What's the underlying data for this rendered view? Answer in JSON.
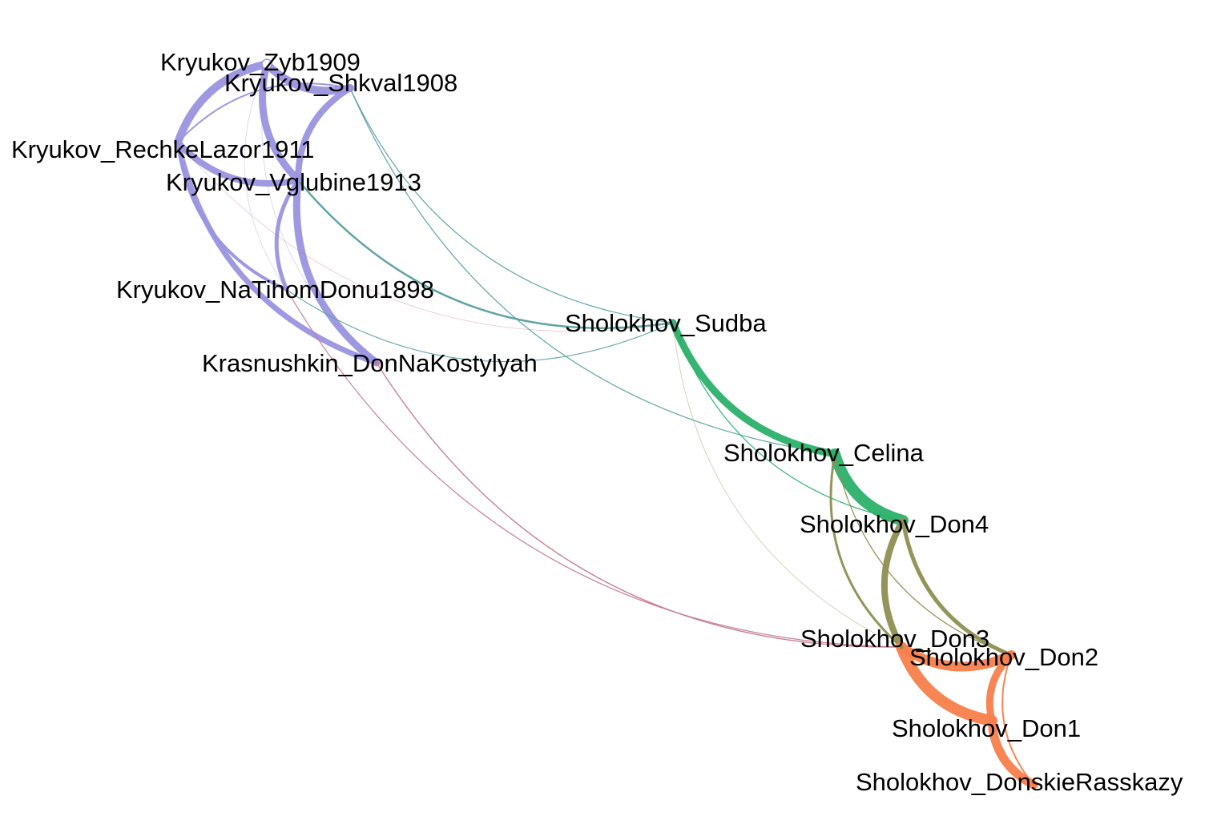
{
  "graph": {
    "nodes": [
      {
        "id": "zyb",
        "label": "Kryukov_Zyb1909",
        "group": "kryukov"
      },
      {
        "id": "shkval",
        "label": "Kryukov_Shkval1908",
        "group": "kryukov"
      },
      {
        "id": "rechke",
        "label": "Kryukov_RechkeLazor1911",
        "group": "kryukov"
      },
      {
        "id": "vglubine",
        "label": "Kryukov_Vglubine1913",
        "group": "kryukov"
      },
      {
        "id": "natihom",
        "label": "Kryukov_NaTihomDonu1898",
        "group": "kryukov"
      },
      {
        "id": "krasnushkin",
        "label": "Krasnushkin_DonNaKostylyah",
        "group": "krasnushkin"
      },
      {
        "id": "sudba",
        "label": "Sholokhov_Sudba",
        "group": "sholokhov_sudba"
      },
      {
        "id": "celina",
        "label": "Sholokhov_Celina",
        "group": "sholokhov_celina"
      },
      {
        "id": "don4",
        "label": "Sholokhov_Don4",
        "group": "sholokhov_don_late"
      },
      {
        "id": "don3",
        "label": "Sholokhov_Don3",
        "group": "sholokhov_don_late"
      },
      {
        "id": "don2",
        "label": "Sholokhov_Don2",
        "group": "sholokhov_don_early"
      },
      {
        "id": "don1",
        "label": "Sholokhov_Don1",
        "group": "sholokhov_don_early"
      },
      {
        "id": "donskie",
        "label": "Sholokhov_DonskieRasskazy",
        "group": "sholokhov_don_early"
      }
    ],
    "group_colors": {
      "kryukov": "#9a94e0",
      "krasnushkin": "#c47a8e",
      "sholokhov_sudba": "#5a9fa0",
      "sholokhov_celina": "#2ab06a",
      "sholokhov_don_late": "#8e8f52",
      "sholokhov_don_early": "#f87f4c"
    },
    "edges": [
      {
        "source": "zyb",
        "target": "shkval",
        "weight": 10,
        "color": "#9a94e0"
      },
      {
        "source": "zyb",
        "target": "rechke",
        "weight": 10,
        "color": "#9a94e0"
      },
      {
        "source": "zyb",
        "target": "vglubine",
        "weight": 9,
        "color": "#9a94e0"
      },
      {
        "source": "shkval",
        "target": "rechke",
        "weight": 2,
        "color": "#9a94e0"
      },
      {
        "source": "shkval",
        "target": "vglubine",
        "weight": 8,
        "color": "#9a94e0"
      },
      {
        "source": "rechke",
        "target": "vglubine",
        "weight": 8,
        "color": "#9a94e0"
      },
      {
        "source": "rechke",
        "target": "natihom",
        "weight": 4,
        "color": "#9a94e0"
      },
      {
        "source": "rechke",
        "target": "krasnushkin",
        "weight": 7,
        "color": "#9a94e0"
      },
      {
        "source": "vglubine",
        "target": "natihom",
        "weight": 5,
        "color": "#9a94e0"
      },
      {
        "source": "vglubine",
        "target": "krasnushkin",
        "weight": 9,
        "color": "#9a94e0"
      },
      {
        "source": "zyb",
        "target": "natihom",
        "weight": 0.6,
        "color": "#9a94e0"
      },
      {
        "source": "zyb",
        "target": "krasnushkin",
        "weight": 0.5,
        "color": "#9a94e0"
      },
      {
        "source": "shkval",
        "target": "sudba",
        "weight": 1.2,
        "color": "#5a9fa0"
      },
      {
        "source": "shkval",
        "target": "celina",
        "weight": 1.2,
        "color": "#5a9fa0"
      },
      {
        "source": "vglubine",
        "target": "sudba",
        "weight": 2.5,
        "color": "#5a9fa0"
      },
      {
        "source": "natihom",
        "target": "sudba",
        "weight": 1.1,
        "color": "#5a9fa0"
      },
      {
        "source": "rechke",
        "target": "sudba",
        "weight": 0.5,
        "color": "#c47a8e"
      },
      {
        "source": "natihom",
        "target": "don3",
        "weight": 1.2,
        "color": "#c47a8e"
      },
      {
        "source": "krasnushkin",
        "target": "don3",
        "weight": 1.4,
        "color": "#c47a8e"
      },
      {
        "source": "sudba",
        "target": "celina",
        "weight": 9,
        "color": "#2ab06a"
      },
      {
        "source": "celina",
        "target": "don4",
        "weight": 14,
        "color": "#2ab06a"
      },
      {
        "source": "sudba",
        "target": "don4",
        "weight": 1.2,
        "color": "#2ab06a"
      },
      {
        "source": "sudba",
        "target": "don3",
        "weight": 0.7,
        "color": "#8e8f52"
      },
      {
        "source": "celina",
        "target": "don3",
        "weight": 3,
        "color": "#8e8f52"
      },
      {
        "source": "celina",
        "target": "don2",
        "weight": 1.3,
        "color": "#8e8f52"
      },
      {
        "source": "don4",
        "target": "don3",
        "weight": 8,
        "color": "#8e8f52"
      },
      {
        "source": "don4",
        "target": "don2",
        "weight": 5,
        "color": "#8e8f52"
      },
      {
        "source": "don3",
        "target": "don2",
        "weight": 12,
        "color": "#f87f4c"
      },
      {
        "source": "don3",
        "target": "don1",
        "weight": 14,
        "color": "#f87f4c"
      },
      {
        "source": "don2",
        "target": "don1",
        "weight": 9,
        "color": "#f87f4c"
      },
      {
        "source": "don1",
        "target": "donskie",
        "weight": 11,
        "color": "#f87f4c"
      },
      {
        "source": "don2",
        "target": "donskie",
        "weight": 2,
        "color": "#f87f4c"
      }
    ]
  }
}
